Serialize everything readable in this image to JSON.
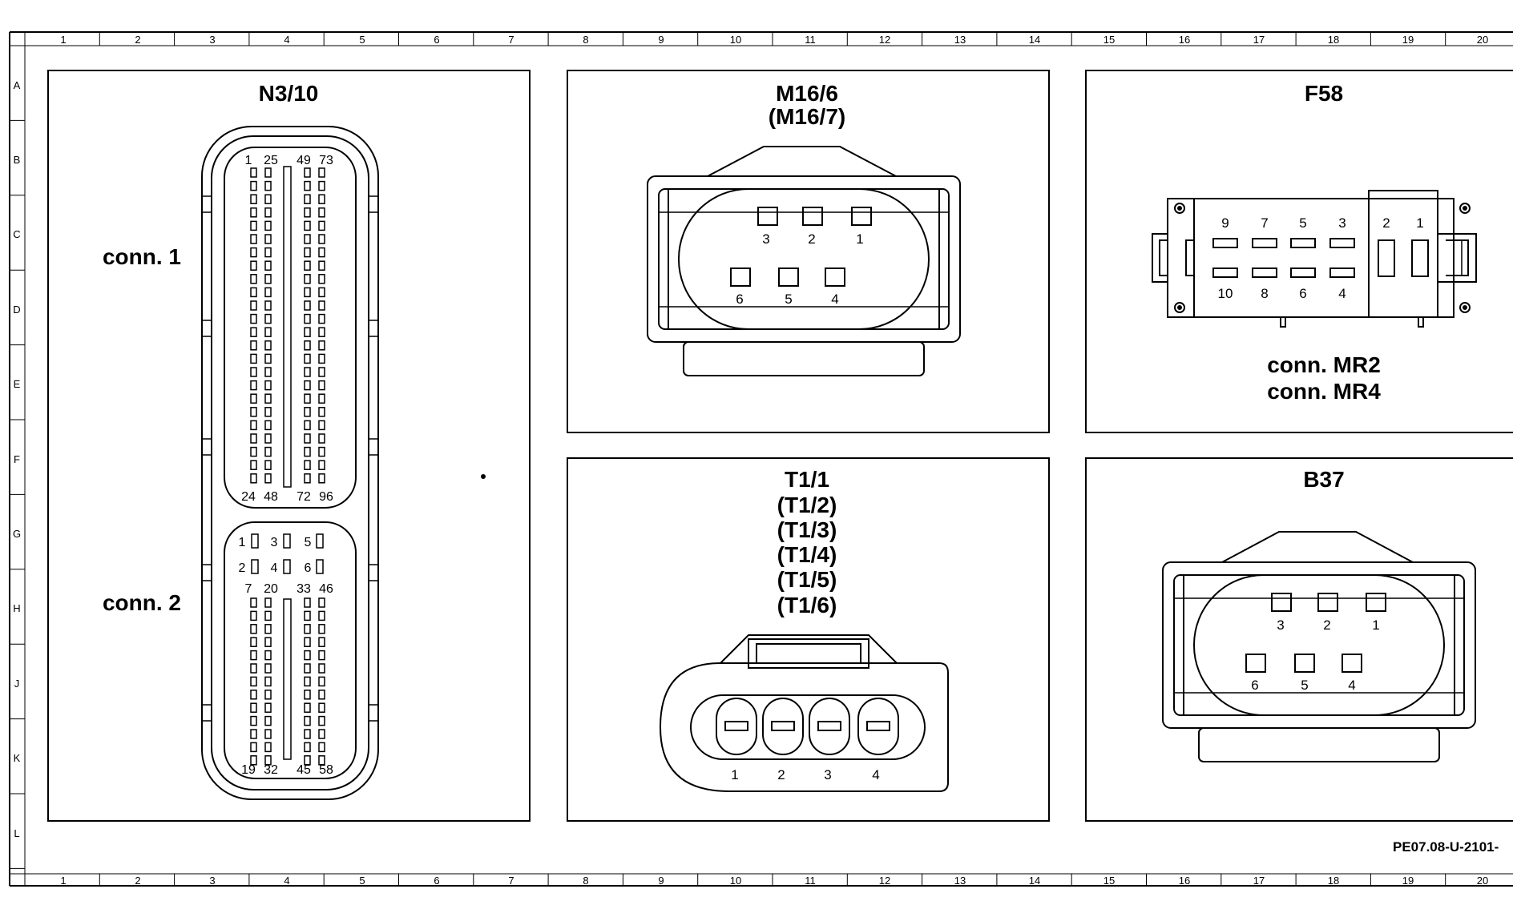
{
  "grid": {
    "columns": [
      "1",
      "2",
      "3",
      "4",
      "5",
      "6",
      "7",
      "8",
      "9",
      "10",
      "11",
      "12",
      "13",
      "14",
      "15",
      "16",
      "17",
      "18",
      "19",
      "20"
    ],
    "rows": [
      "A",
      "B",
      "C",
      "D",
      "E",
      "F",
      "G",
      "H",
      "J",
      "K",
      "L"
    ]
  },
  "panels": {
    "n3_10": {
      "title": "N3/10",
      "conn1_label": "conn. 1",
      "conn2_label": "conn. 2",
      "conn1_top_pins": [
        "1",
        "25",
        "49",
        "73"
      ],
      "conn1_bottom_pins": [
        "24",
        "48",
        "72",
        "96"
      ],
      "conn2_small_pins": [
        "1",
        "3",
        "5",
        "2",
        "4",
        "6"
      ],
      "conn2_top_pins": [
        "7",
        "20",
        "33",
        "46"
      ],
      "conn2_bottom_pins": [
        "19",
        "32",
        "45",
        "58"
      ]
    },
    "m16_6": {
      "title": "M16/6",
      "subtitle": "(M16/7)",
      "pins_top": [
        "3",
        "2",
        "1"
      ],
      "pins_bottom": [
        "6",
        "5",
        "4"
      ]
    },
    "f58": {
      "title": "F58",
      "pins_top": [
        "9",
        "7",
        "5",
        "3"
      ],
      "pins_bottom": [
        "10",
        "8",
        "6",
        "4"
      ],
      "pins_side": [
        "2",
        "1"
      ],
      "label1": "conn. MR2",
      "label2": "conn. MR4"
    },
    "t1_1": {
      "title": "T1/1",
      "alt_titles": [
        "(T1/2)",
        "(T1/3)",
        "(T1/4)",
        "(T1/5)",
        "(T1/6)"
      ],
      "pins": [
        "1",
        "2",
        "3",
        "4"
      ]
    },
    "b37": {
      "title": "B37",
      "pins_top": [
        "3",
        "2",
        "1"
      ],
      "pins_bottom": [
        "6",
        "5",
        "4"
      ]
    }
  },
  "reference": "PE07.08-U-2101-"
}
